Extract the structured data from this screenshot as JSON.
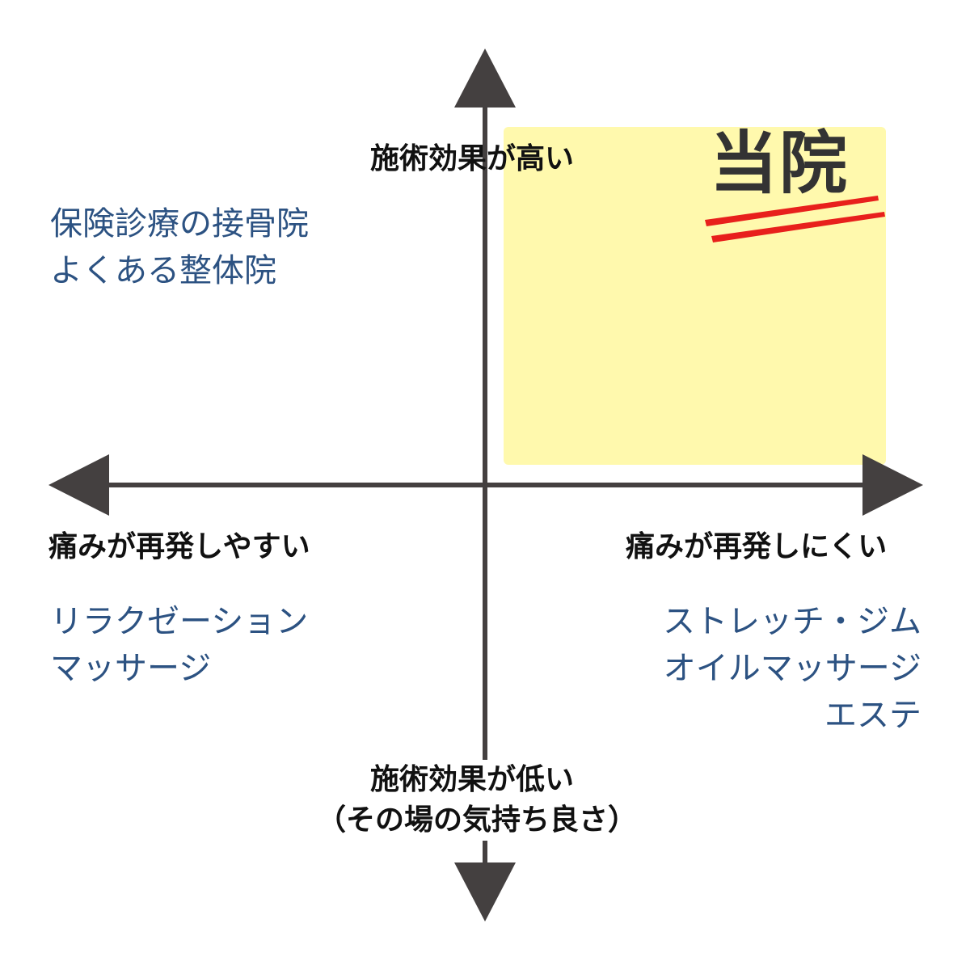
{
  "axes": {
    "top_label": "施術効果が高い",
    "bottom_label_line1": "施術効果が低い",
    "bottom_label_line2": "（その場の気持ち良さ）",
    "left_label": "痛みが再発しやすい",
    "right_label": "痛みが再発しにくい"
  },
  "quadrants": {
    "top_left": [
      "保険診療の接骨院",
      "よくある整体院"
    ],
    "bottom_left": [
      "リラクゼーション",
      "マッサージ"
    ],
    "bottom_right": [
      "ストレッチ・ジム",
      "オイルマッサージ",
      "エステ"
    ]
  },
  "highlight": {
    "title": "当院"
  },
  "colors": {
    "axis": "#444040",
    "highlight_bg": "#fff9ad",
    "quadrant_text": "#2c5282",
    "accent_red": "#e8201c"
  }
}
